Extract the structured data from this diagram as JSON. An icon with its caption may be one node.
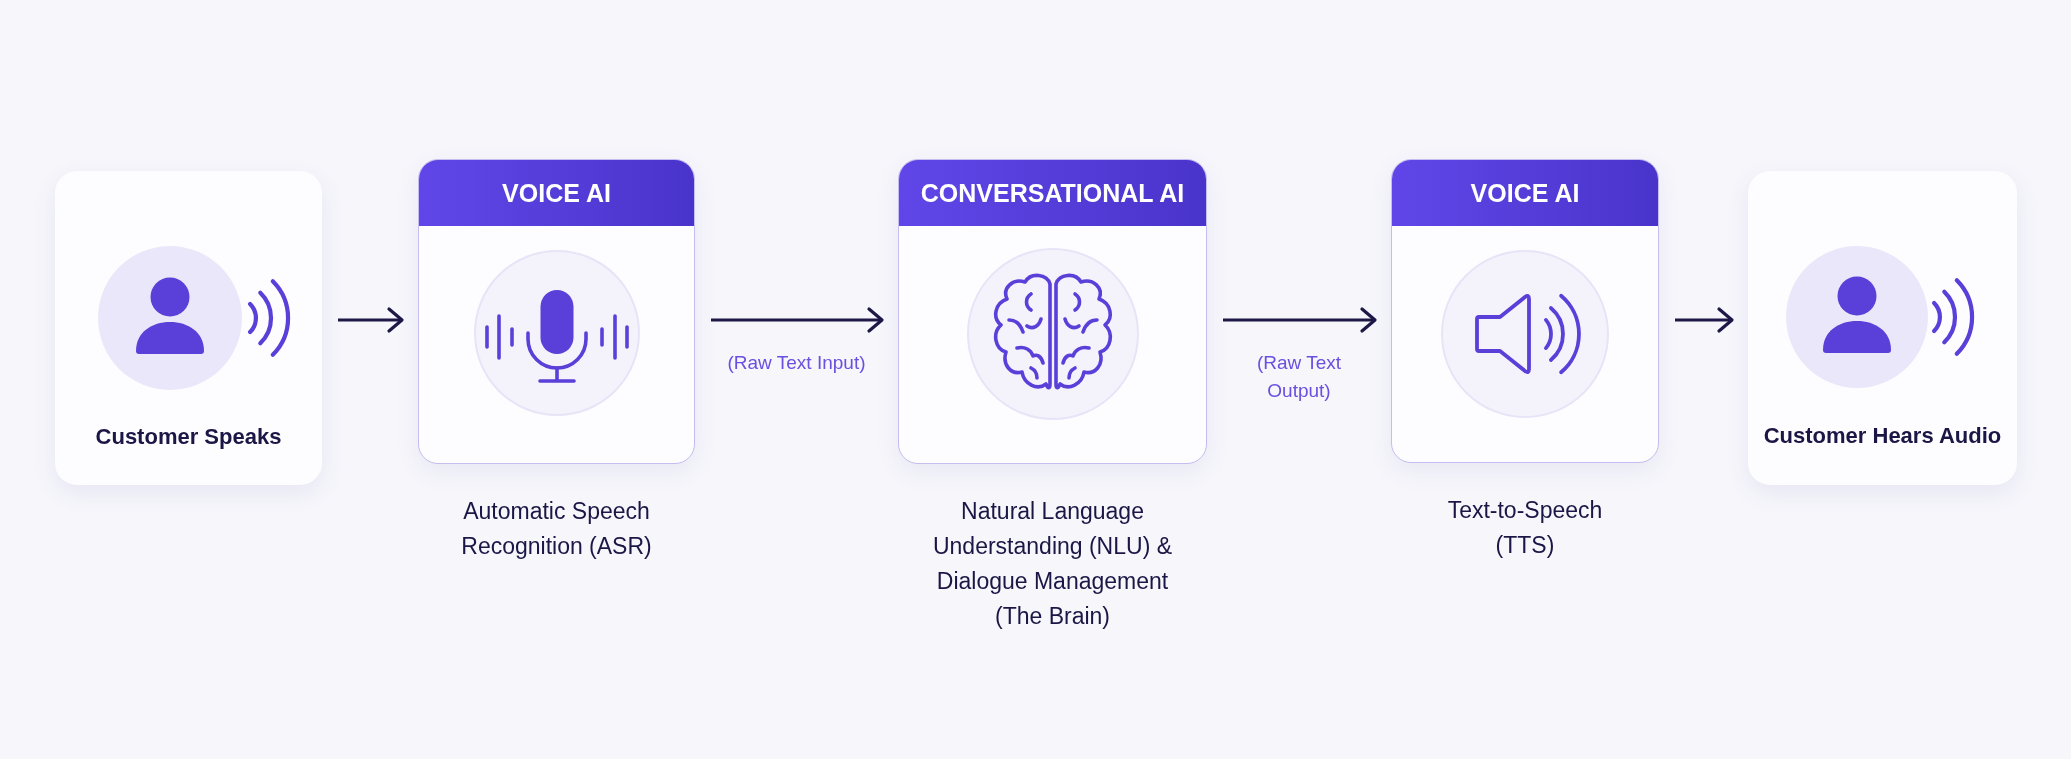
{
  "diagram": {
    "nodes": [
      {
        "text": [
          "Customer Speaks"
        ]
      },
      {
        "text": [
          "VOICE AI"
        ],
        "beside": [
          "Automatic Speech Recognition (ASR)"
        ]
      },
      {
        "text": [
          "CONVERSATIONAL AI"
        ],
        "beside": [
          "Natural Language Understanding (NLU) & Dialogue Management (The Brain)"
        ]
      },
      {
        "text": [
          "VOICE AI"
        ],
        "beside": [
          "Text-to-Speech (TTS)"
        ]
      },
      {
        "text": [
          "Customer Hears Audio"
        ]
      }
    ],
    "edges": [
      {
        "from": 0,
        "to": 1,
        "arrow": "to"
      },
      {
        "from": 1,
        "to": 2,
        "arrow": "to",
        "label": "(Raw Text Input)"
      },
      {
        "from": 2,
        "to": 3,
        "arrow": "to",
        "label": "(Raw Text Output)"
      },
      {
        "from": 3,
        "to": 4,
        "arrow": "to"
      }
    ]
  }
}
